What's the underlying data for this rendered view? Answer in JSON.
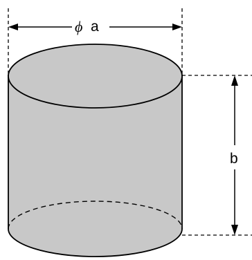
{
  "diagram": {
    "diameter_symbol": "ϕ",
    "diameter_label": "a",
    "height_label": "b"
  },
  "colors": {
    "body_fill": "#c8c8c8",
    "top_fill": "#c8c8c8",
    "stroke": "#000000",
    "background": "#ffffff"
  }
}
